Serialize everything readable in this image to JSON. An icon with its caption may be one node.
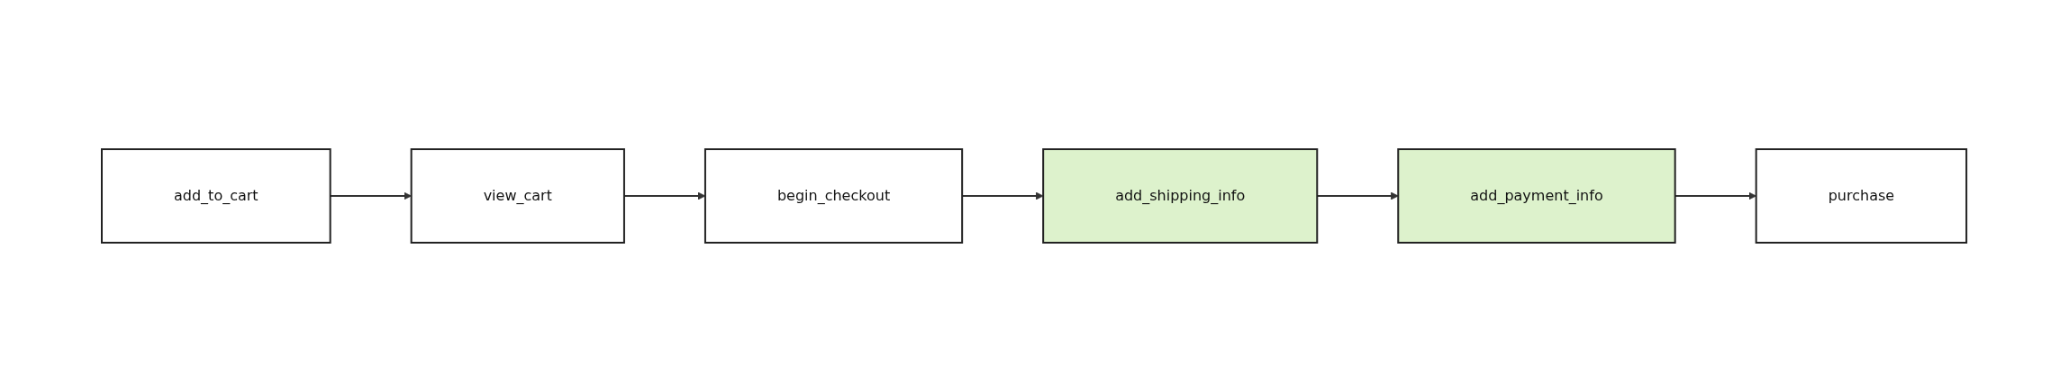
{
  "diagram": {
    "nodes": [
      {
        "text": [
          "add_to_cart"
        ]
      },
      {
        "text": [
          "view_cart"
        ]
      },
      {
        "text": [
          "begin_checkout"
        ]
      },
      {
        "text": [
          "add_shipping_info"
        ]
      },
      {
        "text": [
          "add_payment_info"
        ]
      },
      {
        "text": [
          "purchase"
        ]
      }
    ],
    "edges": [
      {
        "from": 0,
        "to": 1,
        "arrow": "to"
      },
      {
        "from": 1,
        "to": 2,
        "arrow": "to"
      },
      {
        "from": 2,
        "to": 3,
        "arrow": "to"
      },
      {
        "from": 3,
        "to": 4,
        "arrow": "to"
      },
      {
        "from": 4,
        "to": 5,
        "arrow": "to"
      }
    ]
  }
}
